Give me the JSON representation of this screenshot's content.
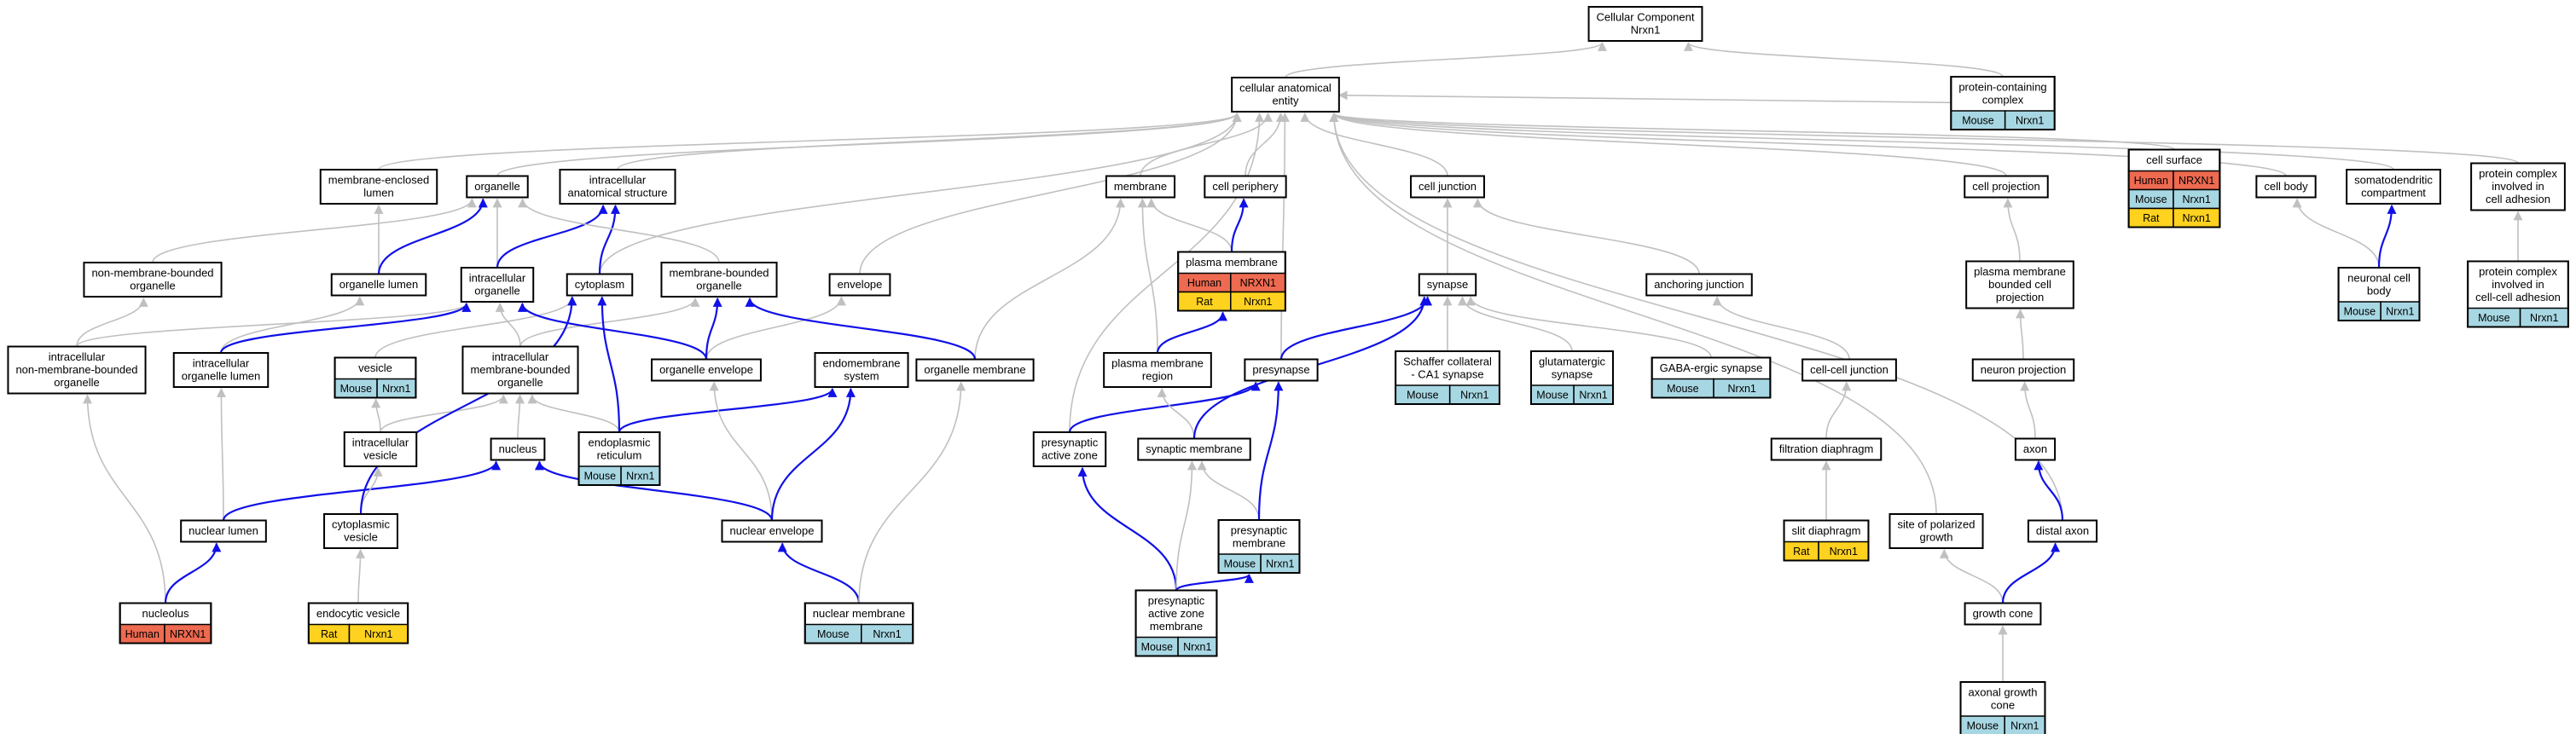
{
  "graph": {
    "colors": {
      "Human": "#ee6a50",
      "Mouse": "#a7d7e3",
      "Rat": "#ffd21f"
    },
    "nodes": [
      {
        "id": "cc",
        "lines": [
          "Cellular Component",
          "Nrxn1"
        ]
      },
      {
        "id": "cae",
        "lines": [
          "cellular anatomical",
          "entity"
        ]
      },
      {
        "id": "pcc",
        "lines": [
          "protein-containing",
          "complex"
        ],
        "badges": [
          [
            "Mouse",
            "Nrxn1"
          ]
        ]
      },
      {
        "id": "mel",
        "lines": [
          "membrane-enclosed",
          "lumen"
        ]
      },
      {
        "id": "org",
        "lines": [
          "organelle"
        ]
      },
      {
        "id": "ias",
        "lines": [
          "intracellular",
          "anatomical structure"
        ]
      },
      {
        "id": "mem",
        "lines": [
          "membrane"
        ]
      },
      {
        "id": "cper",
        "lines": [
          "cell periphery"
        ]
      },
      {
        "id": "cj",
        "lines": [
          "cell junction"
        ]
      },
      {
        "id": "cproj",
        "lines": [
          "cell projection"
        ]
      },
      {
        "id": "csurf",
        "lines": [
          "cell surface"
        ],
        "badges": [
          [
            "Human",
            "NRXN1"
          ],
          [
            "Mouse",
            "Nrxn1"
          ],
          [
            "Rat",
            "Nrxn1"
          ]
        ]
      },
      {
        "id": "cbody",
        "lines": [
          "cell body"
        ]
      },
      {
        "id": "sdc",
        "lines": [
          "somatodendritic",
          "compartment"
        ]
      },
      {
        "id": "pcica",
        "lines": [
          "protein complex",
          "involved in",
          "cell adhesion"
        ]
      },
      {
        "id": "nmbo",
        "lines": [
          "non-membrane-bounded",
          "organelle"
        ]
      },
      {
        "id": "olum",
        "lines": [
          "organelle lumen"
        ]
      },
      {
        "id": "io",
        "lines": [
          "intracellular",
          "organelle"
        ]
      },
      {
        "id": "cyto",
        "lines": [
          "cytoplasm"
        ]
      },
      {
        "id": "mbo",
        "lines": [
          "membrane-bounded",
          "organelle"
        ]
      },
      {
        "id": "env",
        "lines": [
          "envelope"
        ]
      },
      {
        "id": "pm",
        "lines": [
          "plasma membrane"
        ],
        "badges": [
          [
            "Human",
            "NRXN1"
          ],
          [
            "Rat",
            "Nrxn1"
          ]
        ]
      },
      {
        "id": "syn",
        "lines": [
          "synapse"
        ]
      },
      {
        "id": "aj",
        "lines": [
          "anchoring junction"
        ]
      },
      {
        "id": "pmbcp",
        "lines": [
          "plasma membrane",
          "bounded cell",
          "projection"
        ]
      },
      {
        "id": "ncb",
        "lines": [
          "neuronal cell",
          "body"
        ],
        "badges": [
          [
            "Mouse",
            "Nrxn1"
          ]
        ]
      },
      {
        "id": "pcicca",
        "lines": [
          "protein complex",
          "involved in",
          "cell-cell adhesion"
        ],
        "badges": [
          [
            "Mouse",
            "Nrxn1"
          ]
        ]
      },
      {
        "id": "inmbo",
        "lines": [
          "intracellular",
          "non-membrane-bounded",
          "organelle"
        ]
      },
      {
        "id": "iol",
        "lines": [
          "intracellular",
          "organelle lumen"
        ]
      },
      {
        "id": "ves",
        "lines": [
          "vesicle"
        ],
        "badges": [
          [
            "Mouse",
            "Nrxn1"
          ]
        ]
      },
      {
        "id": "imbo",
        "lines": [
          "intracellular",
          "membrane-bounded",
          "organelle"
        ]
      },
      {
        "id": "oenv",
        "lines": [
          "organelle envelope"
        ]
      },
      {
        "id": "ems",
        "lines": [
          "endomembrane",
          "system"
        ]
      },
      {
        "id": "omem",
        "lines": [
          "organelle membrane"
        ]
      },
      {
        "id": "pmr",
        "lines": [
          "plasma membrane",
          "region"
        ]
      },
      {
        "id": "presyn",
        "lines": [
          "presynapse"
        ]
      },
      {
        "id": "sca1",
        "lines": [
          "Schaffer collateral",
          "- CA1 synapse"
        ],
        "badges": [
          [
            "Mouse",
            "Nrxn1"
          ]
        ]
      },
      {
        "id": "glut",
        "lines": [
          "glutamatergic",
          "synapse"
        ],
        "badges": [
          [
            "Mouse",
            "Nrxn1"
          ]
        ]
      },
      {
        "id": "gaba",
        "lines": [
          "GABA-ergic synapse"
        ],
        "badges": [
          [
            "Mouse",
            "Nrxn1"
          ]
        ]
      },
      {
        "id": "ccj",
        "lines": [
          "cell-cell junction"
        ]
      },
      {
        "id": "nproj",
        "lines": [
          "neuron projection"
        ]
      },
      {
        "id": "iv",
        "lines": [
          "intracellular",
          "vesicle"
        ]
      },
      {
        "id": "nuc",
        "lines": [
          "nucleus"
        ]
      },
      {
        "id": "er",
        "lines": [
          "endoplasmic",
          "reticulum"
        ],
        "badges": [
          [
            "Mouse",
            "Nrxn1"
          ]
        ]
      },
      {
        "id": "paz",
        "lines": [
          "presynaptic",
          "active zone"
        ]
      },
      {
        "id": "smem",
        "lines": [
          "synaptic membrane"
        ]
      },
      {
        "id": "fd",
        "lines": [
          "filtration diaphragm"
        ]
      },
      {
        "id": "axon",
        "lines": [
          "axon"
        ]
      },
      {
        "id": "nlum",
        "lines": [
          "nuclear lumen"
        ]
      },
      {
        "id": "cv",
        "lines": [
          "cytoplasmic",
          "vesicle"
        ]
      },
      {
        "id": "nenv",
        "lines": [
          "nuclear envelope"
        ]
      },
      {
        "id": "pmemb",
        "lines": [
          "presynaptic",
          "membrane"
        ],
        "badges": [
          [
            "Mouse",
            "Nrxn1"
          ]
        ]
      },
      {
        "id": "sd",
        "lines": [
          "slit diaphragm"
        ],
        "badges": [
          [
            "Rat",
            "Nrxn1"
          ]
        ]
      },
      {
        "id": "spg",
        "lines": [
          "site of polarized",
          "growth"
        ]
      },
      {
        "id": "dax",
        "lines": [
          "distal axon"
        ]
      },
      {
        "id": "nucleolus",
        "lines": [
          "nucleolus"
        ],
        "badges": [
          [
            "Human",
            "NRXN1"
          ]
        ]
      },
      {
        "id": "endo",
        "lines": [
          "endocytic vesicle"
        ],
        "badges": [
          [
            "Rat",
            "Nrxn1"
          ]
        ]
      },
      {
        "id": "nmem",
        "lines": [
          "nuclear membrane"
        ],
        "badges": [
          [
            "Mouse",
            "Nrxn1"
          ]
        ]
      },
      {
        "id": "pazm",
        "lines": [
          "presynaptic",
          "active zone",
          "membrane"
        ],
        "badges": [
          [
            "Mouse",
            "Nrxn1"
          ]
        ]
      },
      {
        "id": "gc",
        "lines": [
          "growth cone"
        ]
      },
      {
        "id": "agc",
        "lines": [
          "axonal growth",
          "cone"
        ],
        "badges": [
          [
            "Mouse",
            "Nrxn1"
          ]
        ]
      }
    ],
    "edges": [
      [
        "cae",
        "cc",
        "g"
      ],
      [
        "pcc",
        "cc",
        "g"
      ],
      [
        "mel",
        "cae",
        "g"
      ],
      [
        "org",
        "cae",
        "g"
      ],
      [
        "ias",
        "cae",
        "g"
      ],
      [
        "mem",
        "cae",
        "g"
      ],
      [
        "cper",
        "cae",
        "g"
      ],
      [
        "cj",
        "cae",
        "g"
      ],
      [
        "cproj",
        "cae",
        "g"
      ],
      [
        "csurf",
        "cae",
        "g"
      ],
      [
        "cbody",
        "cae",
        "g"
      ],
      [
        "sdc",
        "cae",
        "g"
      ],
      [
        "pcica",
        "cae",
        "g"
      ],
      [
        "env",
        "cae",
        "g"
      ],
      [
        "cyto",
        "cae",
        "g"
      ],
      [
        "presyn",
        "cae",
        "g"
      ],
      [
        "paz",
        "cae",
        "g"
      ],
      [
        "spg",
        "cae",
        "g"
      ],
      [
        "dax",
        "cae",
        "g"
      ],
      [
        "pcc",
        "cae",
        "g"
      ],
      [
        "pcicca",
        "pcica",
        "g"
      ],
      [
        "nmbo",
        "org",
        "g"
      ],
      [
        "olum",
        "mel",
        "g"
      ],
      [
        "olum",
        "org",
        "b"
      ],
      [
        "io",
        "org",
        "g"
      ],
      [
        "io",
        "ias",
        "b"
      ],
      [
        "cyto",
        "ias",
        "b"
      ],
      [
        "mbo",
        "org",
        "g"
      ],
      [
        "pm",
        "mem",
        "g"
      ],
      [
        "pm",
        "cper",
        "b"
      ],
      [
        "syn",
        "cj",
        "g"
      ],
      [
        "aj",
        "cj",
        "g"
      ],
      [
        "pmbcp",
        "cproj",
        "g"
      ],
      [
        "ncb",
        "cbody",
        "g"
      ],
      [
        "ncb",
        "sdc",
        "b"
      ],
      [
        "inmbo",
        "nmbo",
        "g"
      ],
      [
        "inmbo",
        "io",
        "g"
      ],
      [
        "iol",
        "olum",
        "g"
      ],
      [
        "iol",
        "io",
        "b"
      ],
      [
        "ves",
        "cyto",
        "g"
      ],
      [
        "imbo",
        "io",
        "g"
      ],
      [
        "imbo",
        "mbo",
        "g"
      ],
      [
        "oenv",
        "env",
        "g"
      ],
      [
        "oenv",
        "mbo",
        "b"
      ],
      [
        "oenv",
        "io",
        "b"
      ],
      [
        "omem",
        "mem",
        "g"
      ],
      [
        "omem",
        "mbo",
        "b"
      ],
      [
        "pmr",
        "mem",
        "g"
      ],
      [
        "pmr",
        "pm",
        "b"
      ],
      [
        "presyn",
        "syn",
        "b"
      ],
      [
        "sca1",
        "syn",
        "g"
      ],
      [
        "glut",
        "syn",
        "g"
      ],
      [
        "gaba",
        "syn",
        "g"
      ],
      [
        "ccj",
        "aj",
        "g"
      ],
      [
        "nproj",
        "pmbcp",
        "g"
      ],
      [
        "iv",
        "ves",
        "g"
      ],
      [
        "iv",
        "imbo",
        "g"
      ],
      [
        "nuc",
        "imbo",
        "g"
      ],
      [
        "er",
        "imbo",
        "g"
      ],
      [
        "er",
        "cyto",
        "b"
      ],
      [
        "er",
        "ems",
        "b"
      ],
      [
        "paz",
        "presyn",
        "b"
      ],
      [
        "smem",
        "pmr",
        "g"
      ],
      [
        "smem",
        "syn",
        "b"
      ],
      [
        "fd",
        "ccj",
        "g"
      ],
      [
        "axon",
        "nproj",
        "g"
      ],
      [
        "nlum",
        "iol",
        "g"
      ],
      [
        "nlum",
        "nuc",
        "b"
      ],
      [
        "cv",
        "iv",
        "g"
      ],
      [
        "cv",
        "cyto",
        "b"
      ],
      [
        "nenv",
        "oenv",
        "g"
      ],
      [
        "nenv",
        "nuc",
        "b"
      ],
      [
        "nenv",
        "ems",
        "b"
      ],
      [
        "pmemb",
        "smem",
        "g"
      ],
      [
        "pmemb",
        "presyn",
        "b"
      ],
      [
        "sd",
        "fd",
        "g"
      ],
      [
        "dax",
        "axon",
        "b"
      ],
      [
        "nucleolus",
        "inmbo",
        "g"
      ],
      [
        "nucleolus",
        "nlum",
        "b"
      ],
      [
        "endo",
        "cv",
        "g"
      ],
      [
        "nmem",
        "nenv",
        "b"
      ],
      [
        "nmem",
        "omem",
        "g"
      ],
      [
        "pazm",
        "paz",
        "b"
      ],
      [
        "pazm",
        "smem",
        "g"
      ],
      [
        "pazm",
        "pmemb",
        "b"
      ],
      [
        "gc",
        "spg",
        "g"
      ],
      [
        "gc",
        "dax",
        "b"
      ],
      [
        "agc",
        "gc",
        "g"
      ]
    ]
  }
}
